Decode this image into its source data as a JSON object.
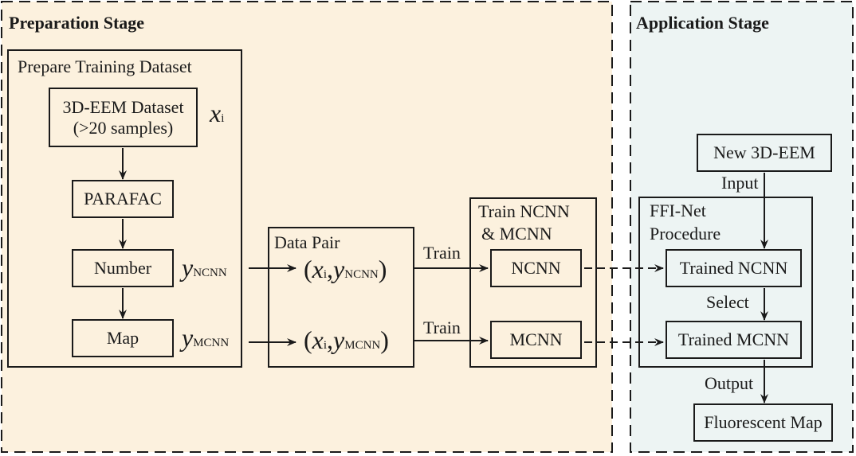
{
  "stages": {
    "preparation": "Preparation Stage",
    "application": "Application Stage"
  },
  "prepare_group": {
    "title": "Prepare Training Dataset",
    "eem_dataset_line1": "3D-EEM Dataset",
    "eem_dataset_line2": "(>20 samples)",
    "parafac": "PARAFAC",
    "number": "Number",
    "map": "Map",
    "x_symbol": "x",
    "x_sub": "i",
    "y_symbol": "y",
    "y_ncnn_sub": "NCNN",
    "y_mcnn_sub": "MCNN"
  },
  "data_pair": {
    "title": "Data Pair",
    "pair1_x": "x",
    "pair1_xsub": "i",
    "pair1_y": "y",
    "pair1_ysub": "NCNN",
    "pair2_x": "x",
    "pair2_xsub": "i",
    "pair2_y": "y",
    "pair2_ysub": "MCNN"
  },
  "train_group": {
    "title_line1": "Train NCNN",
    "title_line2": "& MCNN",
    "ncnn": "NCNN",
    "mcnn": "MCNN",
    "arrow_label_top": "Train",
    "arrow_label_bottom": "Train"
  },
  "application": {
    "new_eem": "New 3D-EEM",
    "input_label": "Input",
    "procedure_line1": "FFI-Net",
    "procedure_line2": "Procedure",
    "trained_ncnn": "Trained NCNN",
    "select_label": "Select",
    "trained_mcnn": "Trained MCNN",
    "output_label": "Output",
    "fluorescent_map": "Fluorescent Map"
  },
  "colors": {
    "preparation_bg": "#fcf1de",
    "application_bg": "#edf4f3",
    "line": "#1a1a1a"
  }
}
